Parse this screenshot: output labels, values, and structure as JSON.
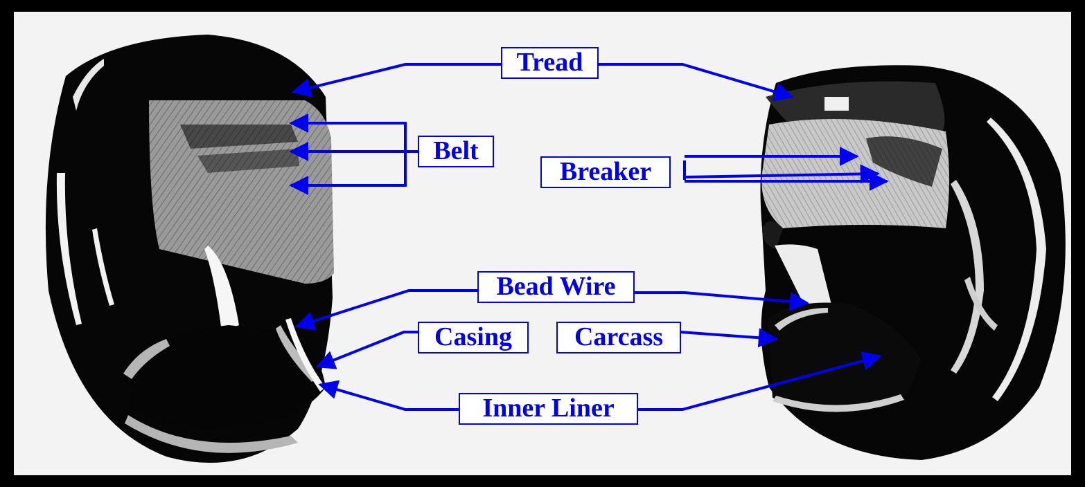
{
  "colors": {
    "frame": "#000000",
    "background": "#f3f3f3",
    "label": "#0000ee",
    "tire": "#050505",
    "belt_section": "#8e8e8e",
    "breaker_section": "#bdbdbd"
  },
  "labels": {
    "tread": "Tread",
    "belt": "Belt",
    "breaker": "Breaker",
    "bead_wire": "Bead Wire",
    "casing": "Casing",
    "carcass": "Carcass",
    "inner_liner": "Inner Liner"
  },
  "figures": {
    "left": "radial-tire-cutaway-illustration",
    "right": "bias-ply-tire-cutaway-illustration"
  }
}
